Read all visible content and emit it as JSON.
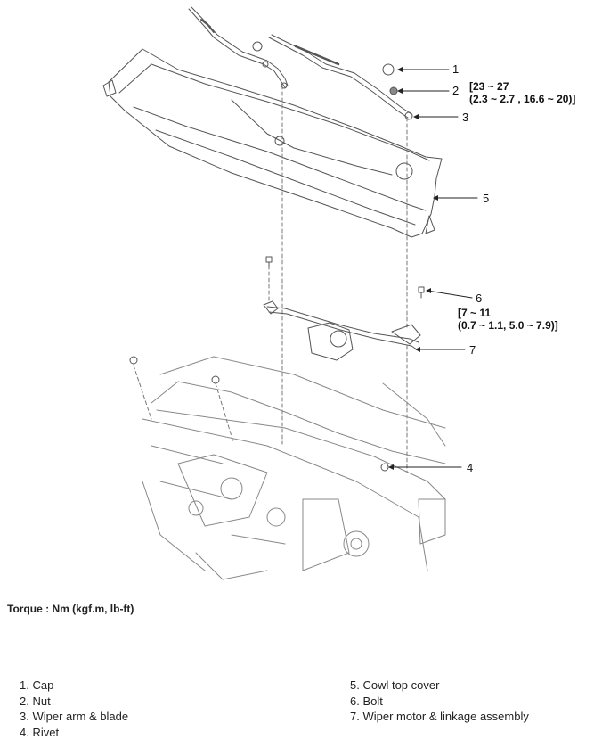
{
  "callouts": {
    "c1": "1",
    "c2": "2",
    "c3": "3",
    "c4": "4",
    "c5": "5",
    "c6": "6",
    "c7": "7"
  },
  "specs": {
    "nut_line1": "[23 ~ 27",
    "nut_line2": "(2.3 ~ 2.7 , 16.6 ~ 20)]",
    "bolt_line1": "[7 ~ 11",
    "bolt_line2": "(0.7 ~ 1.1, 5.0 ~ 7.9)]"
  },
  "torque_note": "Torque : Nm (kgf.m, lb-ft)",
  "legend": {
    "left": [
      "1. Cap",
      "2. Nut",
      "3. Wiper arm & blade",
      "4. Rivet"
    ],
    "right": [
      "5. Cowl top cover",
      "6. Bolt",
      "7. Wiper motor & linkage assembly"
    ]
  }
}
